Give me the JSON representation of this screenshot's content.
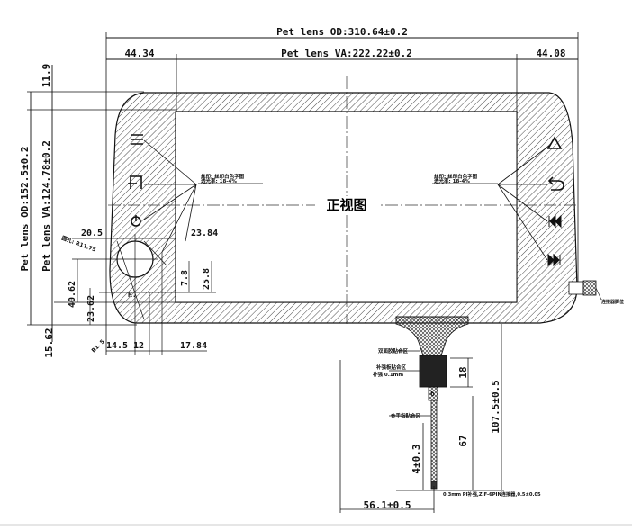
{
  "dimensions": {
    "lens_od_width": "Pet lens OD:310.64±0.2",
    "lens_va_width": "Pet lens VA:222.22±0.2",
    "left_margin": "44.34",
    "right_margin": "44.08",
    "top_margin": "11.9",
    "lens_od_height": "Pet lens OD:152.5±0.2",
    "lens_va_height": "Pet lens VA:124.78±0.2",
    "bottom_margin": "15.62",
    "hole_x": "20.5",
    "dim_23_84": "23.84",
    "dim_7_8": "7.8",
    "dim_25_8": "25.8",
    "dim_40_62": "40.62",
    "dim_23_62": "23.62",
    "dim_14_5": "14.5",
    "dim_12": "12",
    "dim_17_84": "17.84",
    "dim_r": "R.",
    "fpc_width": "56.1±0.5",
    "fpc_height": "107.5±0.5",
    "fpc_67": "67",
    "fpc_18": "18",
    "fpc_4": "4±0.3",
    "fpc_6": "6"
  },
  "labels": {
    "front_view": "正视图",
    "hole_note": "圆孔: R11.75",
    "corner_note": "R1. 5",
    "left_note_1": "丝印: 丝印白色字图",
    "left_note_2": "透光率: 18-4%",
    "right_note_1": "丝印: 丝印白色字图",
    "right_note_2": "透光率: 18-4%",
    "fpc_note_1": "双面胶贴合区",
    "fpc_note_2": "补强板贴合区",
    "fpc_note_3": "补强 0.1mm",
    "fpc_note_4": "金手指贴合区",
    "fpc_note_5": "0.3mm PI补强,ZIF-6PIN连接器,0.5±0.05",
    "connector_note": "连接器脚位"
  },
  "icons": {
    "left_top": "menu-lines-icon",
    "left_mid": "door-icon",
    "left_bottom": "power-icon",
    "right_1": "triangle-up-icon",
    "right_2": "return-arrow-icon",
    "right_3": "skip-back-icon",
    "right_4": "skip-forward-icon"
  },
  "colors": {
    "line": "#111111",
    "hatch": "#333333"
  }
}
